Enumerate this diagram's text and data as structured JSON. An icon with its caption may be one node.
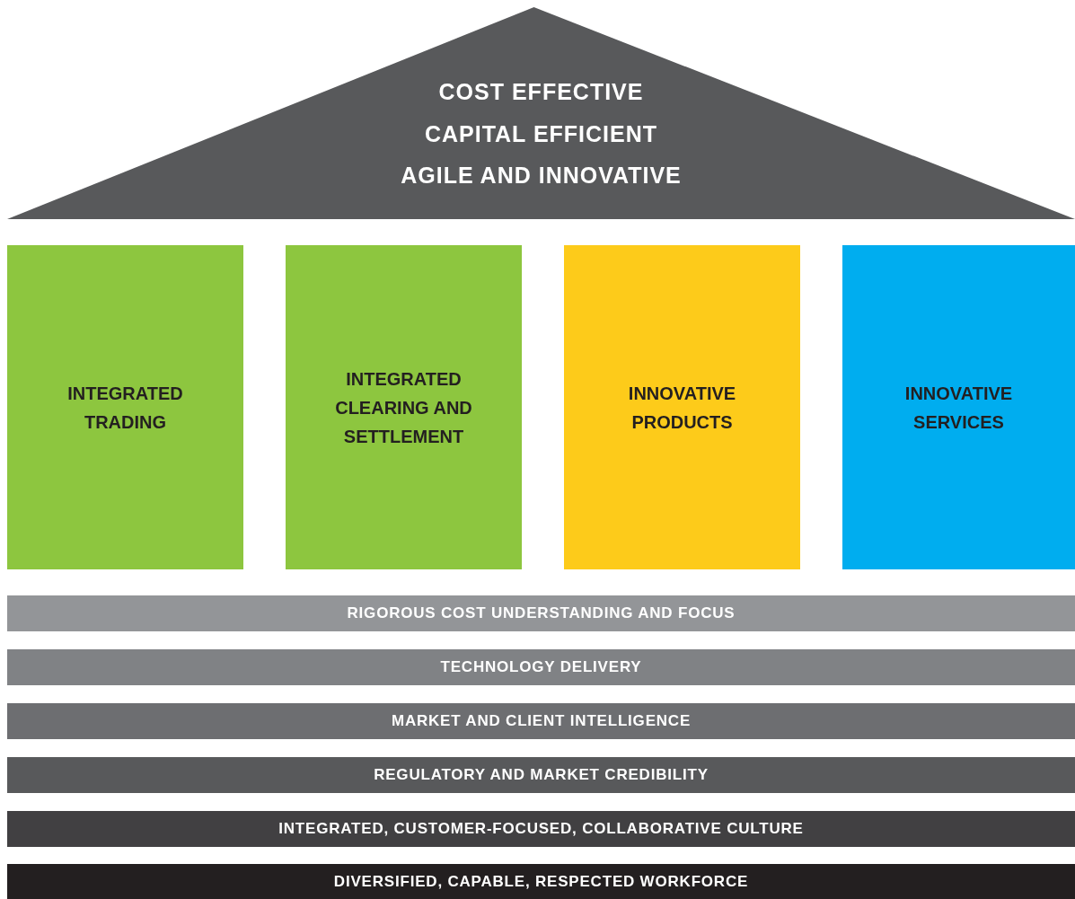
{
  "diagram": {
    "nodes": [
      {
        "text": [
          "COST EFFECTIVE",
          "CAPITAL EFFICIENT",
          "AGILE AND INNOVATIVE"
        ]
      },
      {
        "text": [
          "INTEGRATED TRADING"
        ]
      },
      {
        "text": [
          "INTEGRATED CLEARING AND SETTLEMENT"
        ]
      },
      {
        "text": [
          "INNOVATIVE PRODUCTS"
        ]
      },
      {
        "text": [
          "INNOVATIVE SERVICES"
        ]
      },
      {
        "text": [
          "RIGOROUS COST UNDERSTANDING AND FOCUS"
        ]
      },
      {
        "text": [
          "TECHNOLOGY DELIVERY"
        ]
      },
      {
        "text": [
          "MARKET AND CLIENT INTELLIGENCE"
        ]
      },
      {
        "text": [
          "REGULATORY AND MARKET CREDIBILITY"
        ]
      },
      {
        "text": [
          "INTEGRATED, CUSTOMER-FOCUSED, COLLABORATIVE CULTURE"
        ]
      },
      {
        "text": [
          "DIVERSIFIED, CAPABLE, RESPECTED WORKFORCE"
        ]
      }
    ]
  }
}
